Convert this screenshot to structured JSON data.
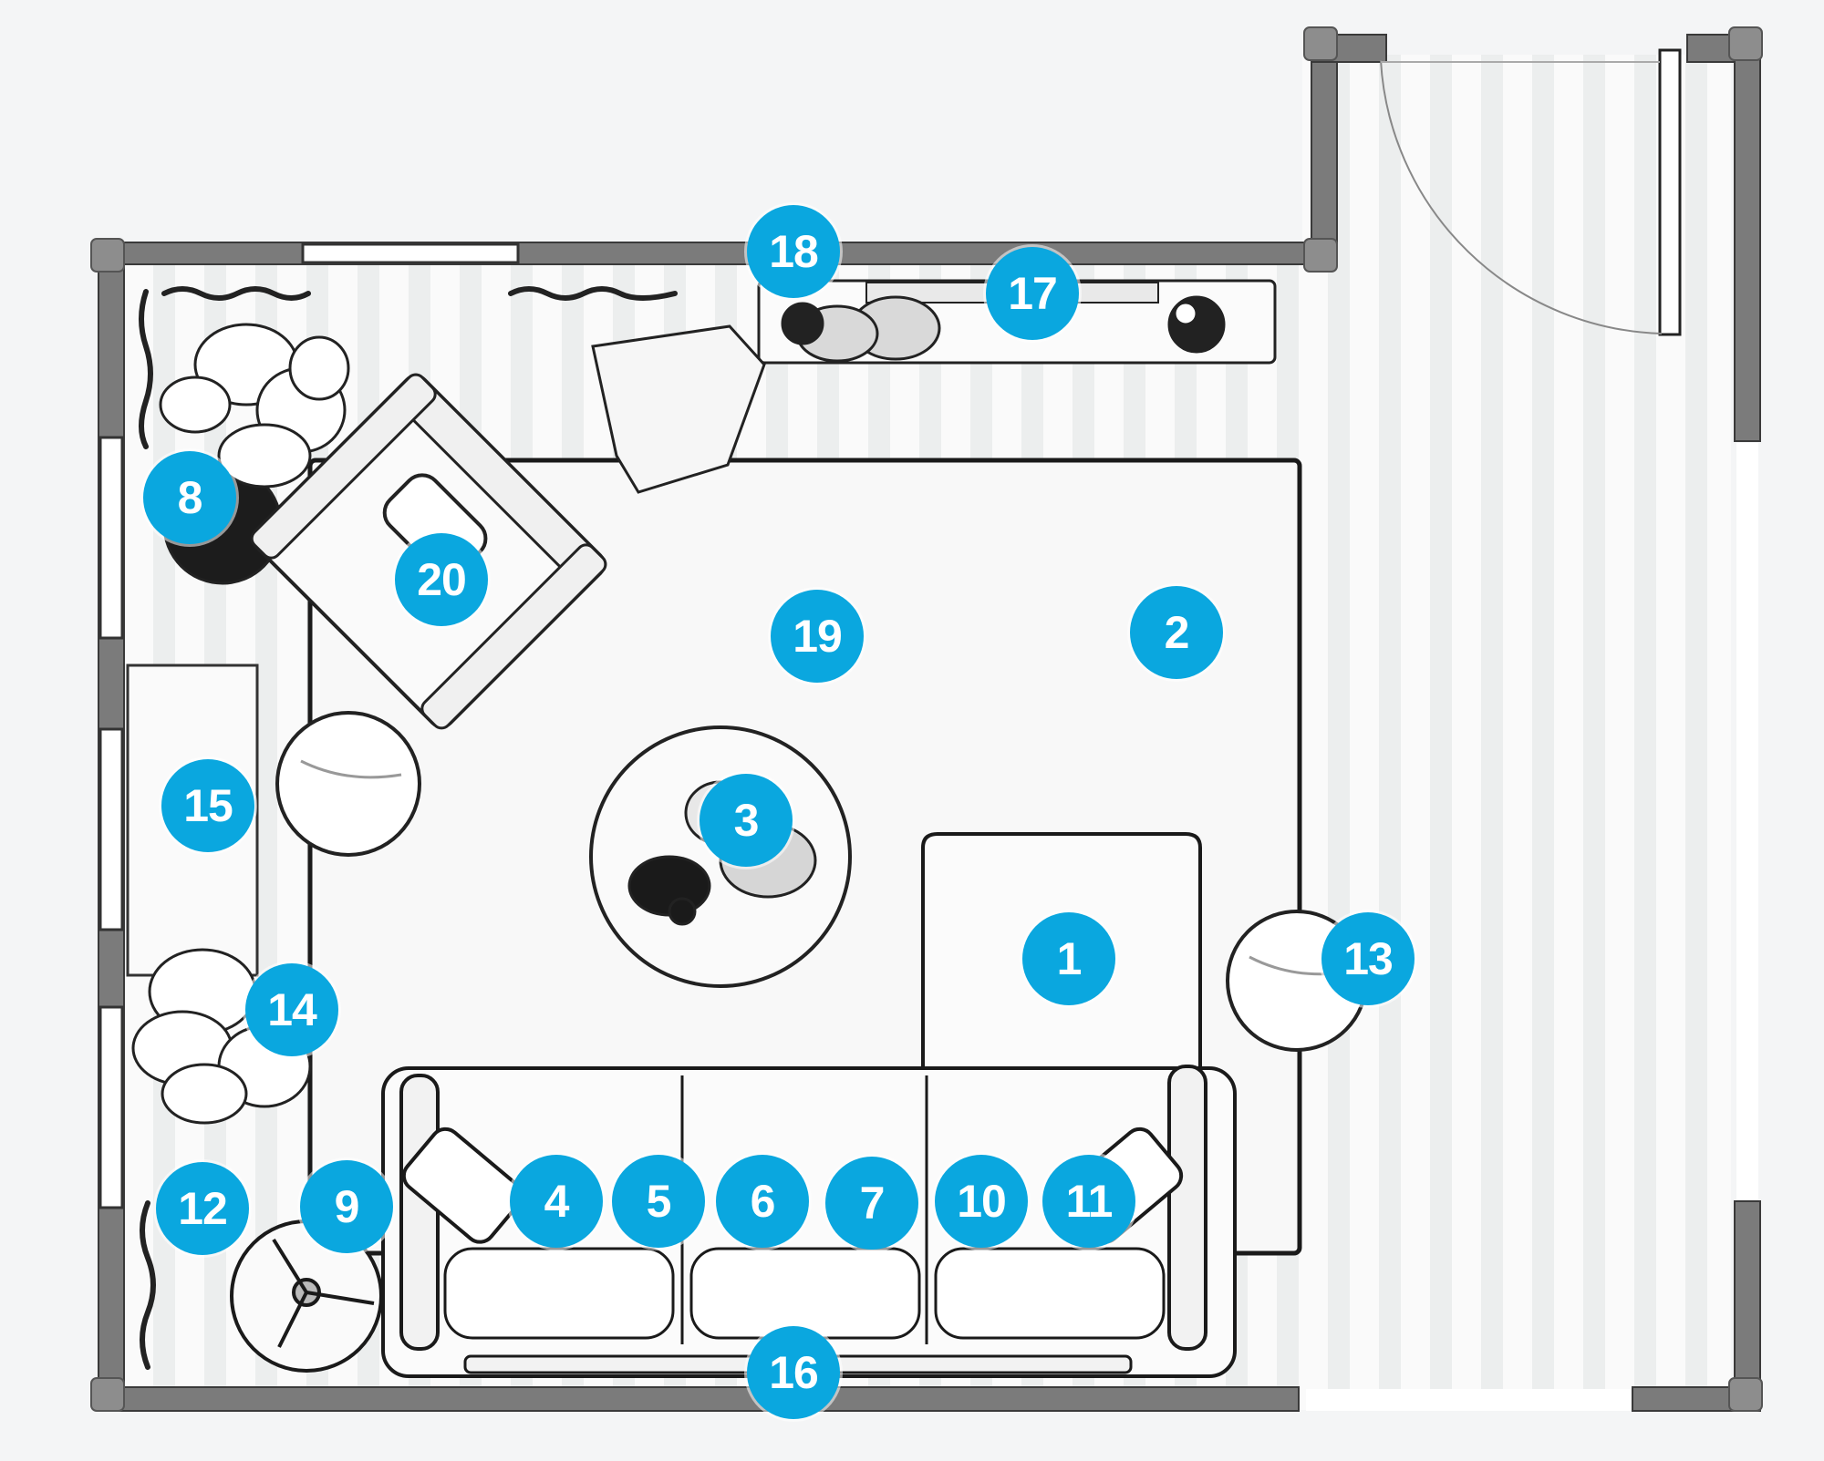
{
  "colors": {
    "accent": "#0aa7df",
    "wall": "#7b7b7b",
    "wall_corner": "#8a8a8a",
    "background": "#f4f5f6",
    "rug": "#f7f7f7",
    "line": "#141414"
  },
  "markers": [
    {
      "id": "1",
      "label": "1"
    },
    {
      "id": "2",
      "label": "2"
    },
    {
      "id": "3",
      "label": "3"
    },
    {
      "id": "4",
      "label": "4"
    },
    {
      "id": "5",
      "label": "5"
    },
    {
      "id": "6",
      "label": "6"
    },
    {
      "id": "7",
      "label": "7"
    },
    {
      "id": "8",
      "label": "8"
    },
    {
      "id": "9",
      "label": "9"
    },
    {
      "id": "10",
      "label": "10"
    },
    {
      "id": "11",
      "label": "11"
    },
    {
      "id": "12",
      "label": "12"
    },
    {
      "id": "13",
      "label": "13"
    },
    {
      "id": "14",
      "label": "14"
    },
    {
      "id": "15",
      "label": "15"
    },
    {
      "id": "16",
      "label": "16"
    },
    {
      "id": "17",
      "label": "17"
    },
    {
      "id": "18",
      "label": "18"
    },
    {
      "id": "19",
      "label": "19"
    },
    {
      "id": "20",
      "label": "20"
    }
  ]
}
